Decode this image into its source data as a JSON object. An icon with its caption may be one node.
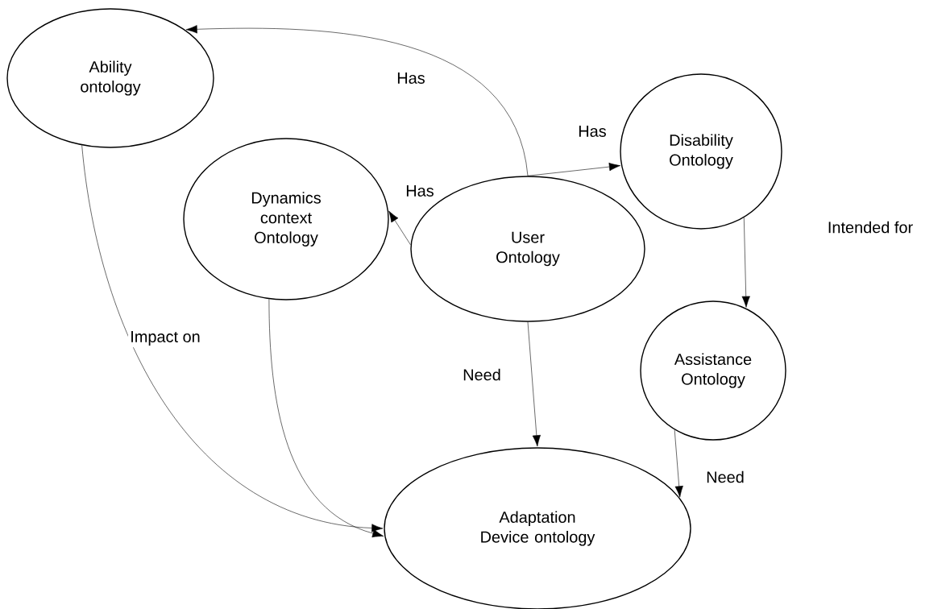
{
  "diagram": {
    "nodes": [
      {
        "text": [
          "Ability ontology"
        ]
      },
      {
        "text": [
          "Dynamics context Ontology"
        ]
      },
      {
        "text": [
          "User Ontology"
        ]
      },
      {
        "text": [
          "Disability Ontology"
        ]
      },
      {
        "text": [
          "Assistance Ontology"
        ]
      },
      {
        "text": [
          "Adaptation Device ontology"
        ]
      }
    ],
    "edges": [
      {
        "from": 2,
        "to": 0,
        "arrow": "to",
        "label": "Has"
      },
      {
        "from": 2,
        "to": 3,
        "arrow": "to",
        "label": "Has"
      },
      {
        "from": 2,
        "to": 1,
        "arrow": "to",
        "label": "Has"
      },
      {
        "from": 3,
        "to": 4,
        "arrow": "to"
      },
      {
        "from": 2,
        "to": 5,
        "arrow": "to",
        "label": "Need"
      },
      {
        "from": 4,
        "to": 5,
        "arrow": "to",
        "label": "Need"
      },
      {
        "from": 0,
        "to": 5,
        "arrow": "to",
        "label": "Impact on"
      },
      {
        "from": 1,
        "to": 5,
        "arrow": "to"
      }
    ],
    "labels": [
      "Intended for"
    ]
  }
}
